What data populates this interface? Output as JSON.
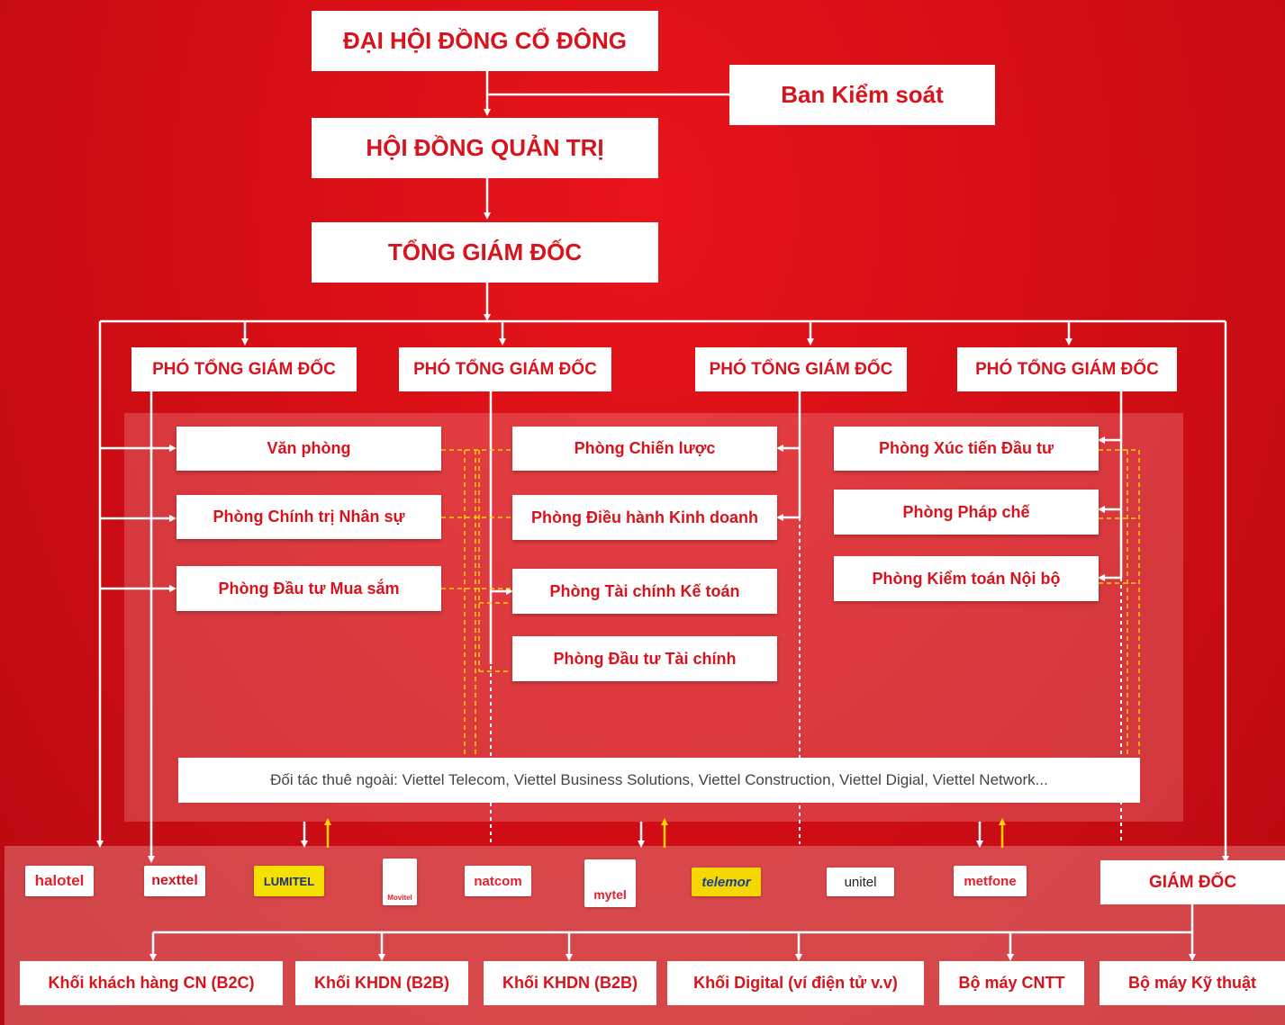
{
  "top": {
    "shareholders": "ĐẠI HỘI ĐỒNG CỔ ĐÔNG",
    "supervisory": "Ban Kiểm soát",
    "board": "HỘI ĐỒNG QUẢN TRỊ",
    "ceo": "TỔNG GIÁM ĐỐC"
  },
  "vice_directors": [
    {
      "label": "PHÓ TỔNG GIÁM ĐỐC"
    },
    {
      "label": "PHÓ TỔNG GIÁM ĐỐC"
    },
    {
      "label": "PHÓ TỔNG GIÁM ĐỐC"
    },
    {
      "label": "PHÓ TỔNG GIÁM ĐỐC"
    }
  ],
  "departments": {
    "left": [
      "Văn phòng",
      "Phòng Chính trị Nhân sự",
      "Phòng Đầu tư Mua sắm"
    ],
    "middle": [
      "Phòng Chiến lược",
      "Phòng Điều hành Kinh doanh",
      "Phòng Tài chính Kế toán",
      "Phòng Đầu tư Tài chính"
    ],
    "right": [
      "Phòng Xúc tiến Đầu tư",
      "Phòng Pháp chế",
      "Phòng Kiểm toán Nội bộ"
    ]
  },
  "outsourcing": "Đối tác thuê ngoài: Viettel Telecom, Viettel Business Solutions, Viettel Construction, Viettel Digial, Viettel Network...",
  "subsidiaries": [
    "halotel",
    "nexttel",
    "LUMITEL",
    "Movitel",
    "natcom",
    "mytel",
    "telemor",
    "unitel",
    "metfone"
  ],
  "director": "GIÁM ĐỐC",
  "units": [
    "Khối khách hàng CN (B2C)",
    "Khối KHDN (B2B)",
    "Khối KHDN (B2B)",
    "Khối Digital (ví điện tử v.v)",
    "Bộ máy CNTT",
    "Bộ máy Kỹ thuật"
  ],
  "colors": {
    "brand_red": "#d7141d",
    "connector_white": "#ffffff",
    "dashed_yellow": "#ffd400"
  }
}
